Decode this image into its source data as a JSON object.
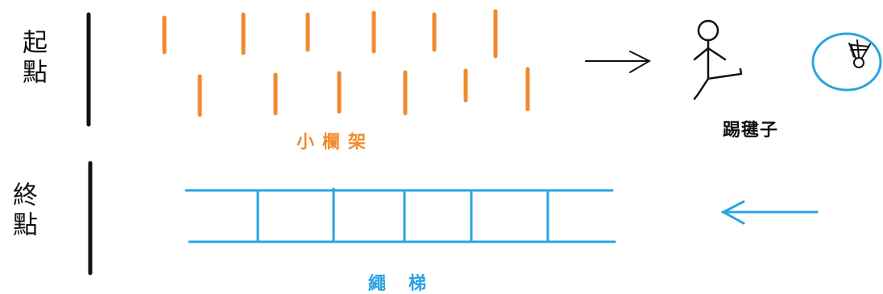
{
  "labels": {
    "start": "起點",
    "finish": "終點",
    "hurdles": "小欄架",
    "shuttlecock_kick": "踢毽子",
    "rope_ladder": "繩梯"
  },
  "colors": {
    "hurdle": "#f28a2e",
    "ladder": "#29a3e0",
    "line": "#111111",
    "shuttle_ring": "#29a3e0"
  },
  "icons": {
    "runner": "stick-figure-kicking-icon",
    "shuttlecock": "shuttlecock-icon",
    "arrow_right": "arrow-right-icon",
    "arrow_left": "arrow-left-icon"
  }
}
